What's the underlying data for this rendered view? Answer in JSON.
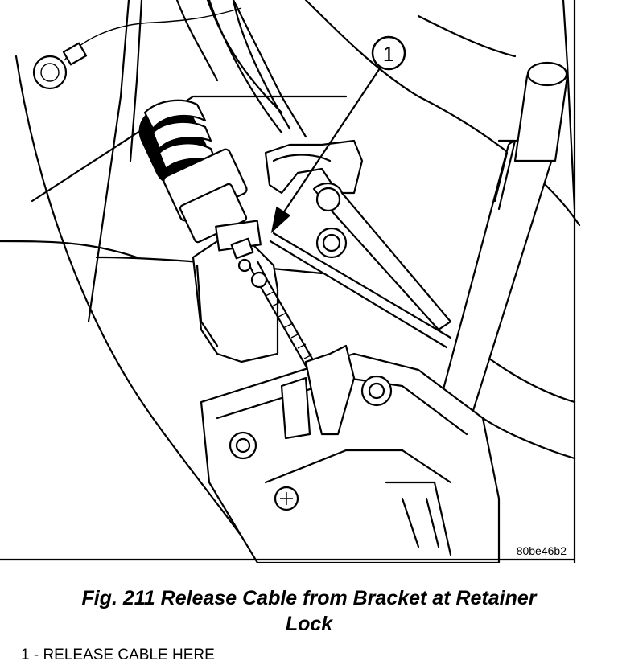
{
  "figure": {
    "callout_number": "1",
    "image_reference": "80be46b2",
    "caption_line1": "Fig. 211 Release Cable from Bracket at Retainer",
    "caption_line2": "Lock"
  },
  "legend": {
    "items": [
      {
        "text": "1 - RELEASE CABLE HERE"
      }
    ]
  }
}
